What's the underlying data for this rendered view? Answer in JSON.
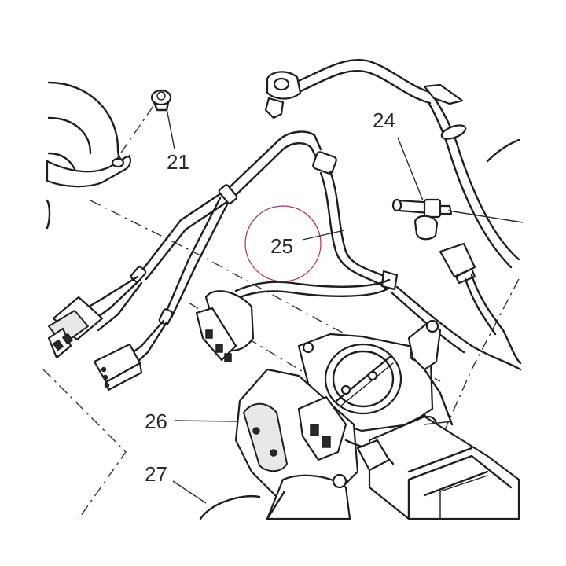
{
  "callouts": {
    "c21": "21",
    "c24": "24",
    "c25": "25",
    "c26": "26",
    "c27": "27"
  },
  "colors": {
    "highlight_circle": "#b03050",
    "line": "#1e1e1e",
    "background": "#ffffff"
  }
}
